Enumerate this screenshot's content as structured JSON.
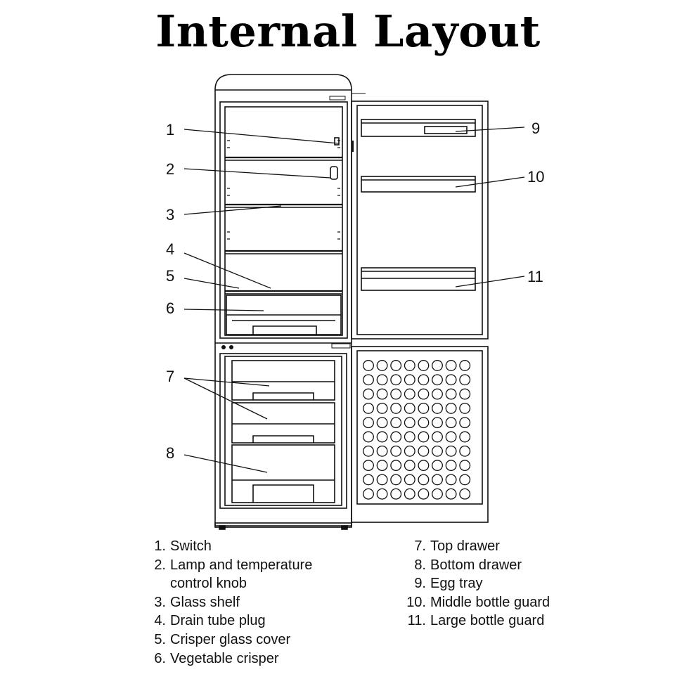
{
  "title": "Internal Layout",
  "callouts": [
    "1",
    "2",
    "3",
    "4",
    "5",
    "6",
    "7",
    "8",
    "9",
    "10",
    "11"
  ],
  "legend_left": [
    {
      "num": "1.",
      "text": "Switch"
    },
    {
      "num": "2.",
      "text": "Lamp and temperature"
    },
    {
      "num": "",
      "text": "control knob"
    },
    {
      "num": "3.",
      "text": "Glass shelf"
    },
    {
      "num": "4.",
      "text": "Drain tube plug"
    },
    {
      "num": "5.",
      "text": "Crisper glass cover"
    },
    {
      "num": "6.",
      "text": "Vegetable crisper"
    }
  ],
  "legend_right": [
    {
      "num": "7.",
      "text": "Top drawer"
    },
    {
      "num": "8.",
      "text": "Bottom drawer"
    },
    {
      "num": "9.",
      "text": "Egg tray"
    },
    {
      "num": "10.",
      "text": "Middle bottle guard"
    },
    {
      "num": "11.",
      "text": "Large bottle guard"
    }
  ]
}
